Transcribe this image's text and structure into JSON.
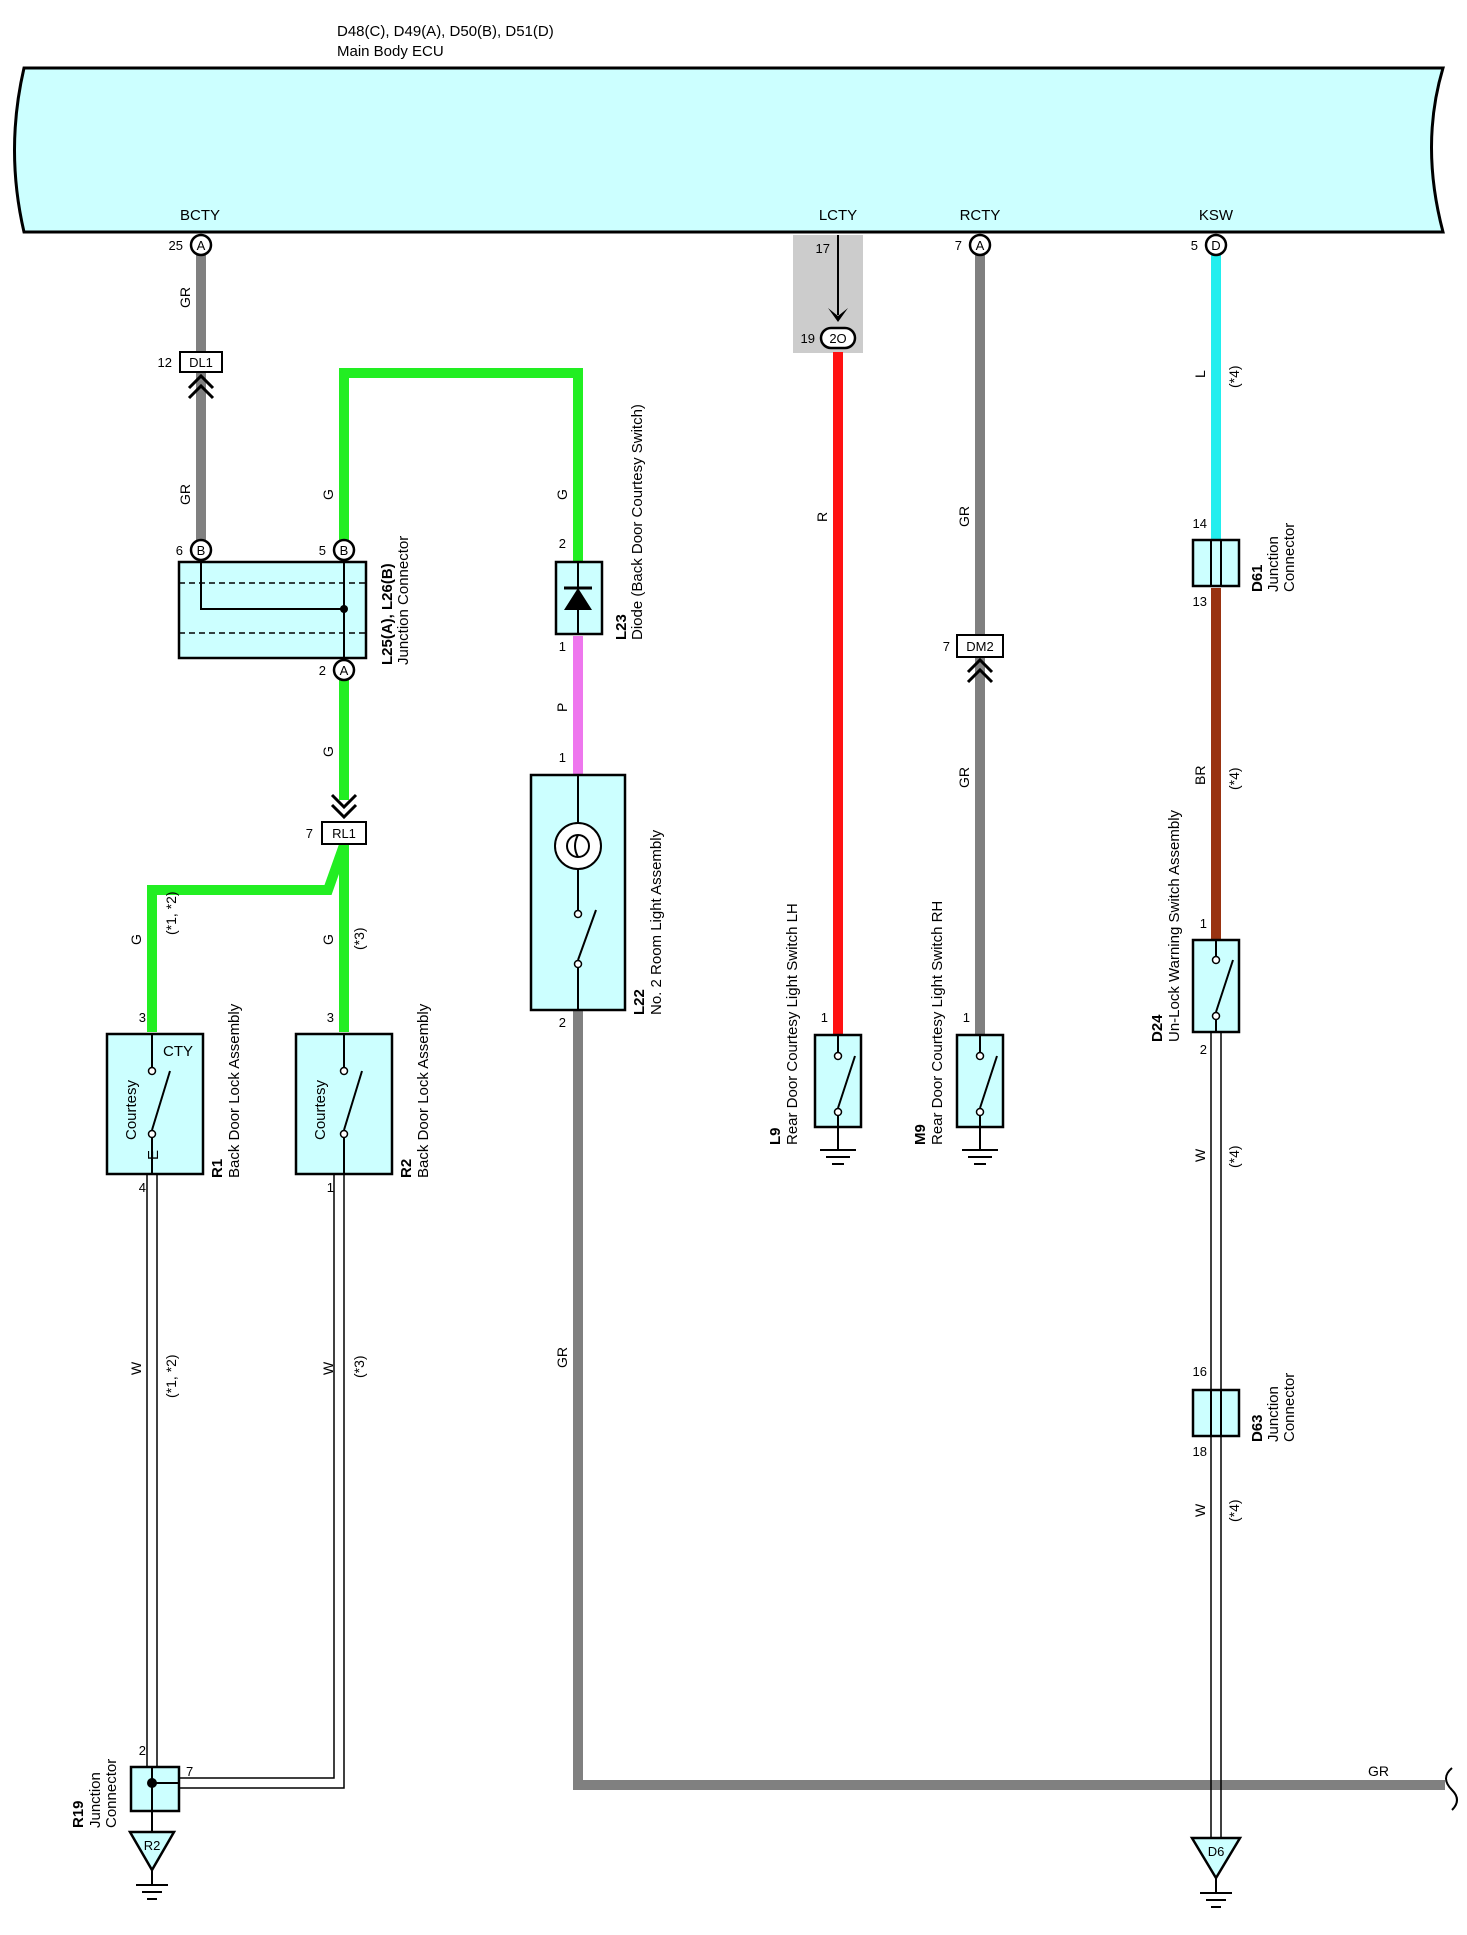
{
  "ecu": {
    "connectors": "D48(C), D49(A), D50(B), D51(D)",
    "name": "Main Body ECU",
    "terminals": {
      "bcty": {
        "name": "BCTY",
        "pin": "25",
        "letter": "A"
      },
      "lcty": {
        "name": "LCTY",
        "pin": "17"
      },
      "rcty": {
        "name": "RCTY",
        "pin": "7",
        "letter": "A"
      },
      "ksw": {
        "name": "KSW",
        "pin": "5",
        "letter": "D"
      }
    }
  },
  "wire_colors": {
    "GR": "#808080",
    "G": "#22ee22",
    "P": "#ee77ee",
    "R": "#ff1111",
    "L": "#22eeee",
    "BR": "#993311",
    "W": "#ffffff"
  },
  "wires": {
    "gr": "GR",
    "g": "G",
    "p": "P",
    "r": "R",
    "l": "L",
    "br": "BR",
    "w": "W",
    "note_4": "(*4)",
    "note_3": "(*3)",
    "note_12": "(*1, *2)"
  },
  "connectors": {
    "dl1": {
      "id": "DL1",
      "pin": "12"
    },
    "rl1": {
      "id": "RL1",
      "pin": "7"
    },
    "dm2": {
      "id": "DM2",
      "pin": "7"
    },
    "inline_2o": {
      "id": "2O",
      "pin": "19"
    }
  },
  "junction_l25": {
    "id": "L25(A), L26(B)",
    "name": "Junction Connector",
    "pin6": "6",
    "pin5": "5",
    "pin2": "2",
    "letter_b": "B",
    "letter_a": "A"
  },
  "diode_l23": {
    "id": "L23",
    "name": "Diode (Back Door Courtesy Switch)",
    "pin_top": "2",
    "pin_bot": "1"
  },
  "room_light_l22": {
    "id": "L22",
    "name": "No. 2 Room Light Assembly",
    "pin_top": "1",
    "pin_bot": "2"
  },
  "switch_l9": {
    "id": "L9",
    "name": "Rear Door Courtesy Light Switch LH",
    "pin": "1"
  },
  "switch_m9": {
    "id": "M9",
    "name": "Rear Door Courtesy Light Switch RH",
    "pin": "1"
  },
  "junction_d61": {
    "id": "D61",
    "line1": "Junction",
    "line2": "Connector",
    "pin_top": "14",
    "pin_bot": "13"
  },
  "switch_d24": {
    "id": "D24",
    "name": "Un-Lock Warning Switch Assembly",
    "pin_top": "1",
    "pin_bot": "2"
  },
  "junction_d63": {
    "id": "D63",
    "line1": "Junction",
    "line2": "Connector",
    "pin_top": "16",
    "pin_bot": "18"
  },
  "lock_r1": {
    "id": "R1",
    "name": "Back Door Lock Assembly",
    "inner": "Courtesy",
    "cty": "CTY",
    "e": "E",
    "pin_top": "3",
    "pin_bot": "4"
  },
  "lock_r2": {
    "id": "R2",
    "name": "Back Door Lock Assembly",
    "inner": "Courtesy",
    "pin_top": "3",
    "pin_bot": "1"
  },
  "junction_r19": {
    "id": "R19",
    "line1": "Junction",
    "line2": "Connector",
    "pin2": "2",
    "pin7": "7"
  },
  "grounds": {
    "r2": "R2",
    "d6": "D6"
  }
}
